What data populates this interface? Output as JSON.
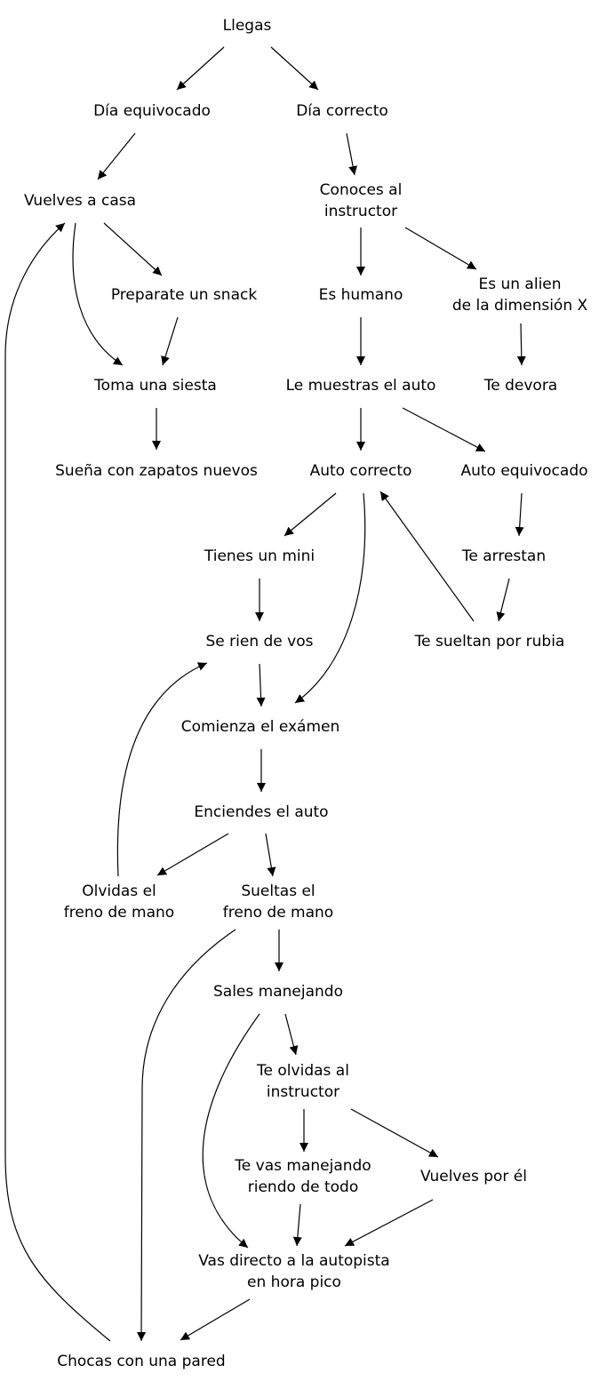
{
  "nodes": {
    "llegas": [
      "Llegas"
    ],
    "dia_equivocado": [
      "Día equivocado"
    ],
    "dia_correcto": [
      "Día correcto"
    ],
    "vuelves_a_casa": [
      "Vuelves a casa"
    ],
    "conoces_instructor": [
      "Conoces al",
      "instructor"
    ],
    "preparate_snack": [
      "Preparate un snack"
    ],
    "es_humano": [
      "Es humano"
    ],
    "es_alien": [
      "Es un alien",
      "de la dimensión X"
    ],
    "toma_siesta": [
      "Toma una siesta"
    ],
    "muestras_auto": [
      "Le muestras el auto"
    ],
    "te_devora": [
      "Te devora"
    ],
    "suena_zapatos": [
      "Sueña con zapatos nuevos"
    ],
    "auto_correcto": [
      "Auto correcto"
    ],
    "auto_equivocado": [
      "Auto equivocado"
    ],
    "tienes_mini": [
      "Tienes un mini"
    ],
    "te_arrestan": [
      "Te arrestan"
    ],
    "se_rien": [
      "Se rien de vos"
    ],
    "te_sueltan": [
      "Te sueltan por rubia"
    ],
    "comienza_examen": [
      "Comienza el exámen"
    ],
    "enciendes_auto": [
      "Enciendes el auto"
    ],
    "olvidas_freno": [
      "Olvidas el",
      "freno de mano"
    ],
    "sueltas_freno": [
      "Sueltas el",
      "freno de mano"
    ],
    "sales_manejando": [
      "Sales manejando"
    ],
    "olvidas_instructor": [
      "Te olvidas al",
      "instructor"
    ],
    "vas_manejando": [
      "Te vas manejando",
      "riendo de todo"
    ],
    "vuelves_por_el": [
      "Vuelves por él"
    ],
    "autopista": [
      "Vas directo a la autopista",
      "en hora pico"
    ],
    "chocas": [
      "Chocas con una pared"
    ]
  },
  "edges": [
    [
      "llegas",
      "dia_equivocado"
    ],
    [
      "llegas",
      "dia_correcto"
    ],
    [
      "dia_equivocado",
      "vuelves_a_casa"
    ],
    [
      "dia_correcto",
      "conoces_instructor"
    ],
    [
      "vuelves_a_casa",
      "preparate_snack"
    ],
    [
      "vuelves_a_casa",
      "toma_siesta"
    ],
    [
      "preparate_snack",
      "toma_siesta"
    ],
    [
      "toma_siesta",
      "suena_zapatos"
    ],
    [
      "conoces_instructor",
      "es_humano"
    ],
    [
      "conoces_instructor",
      "es_alien"
    ],
    [
      "es_humano",
      "muestras_auto"
    ],
    [
      "es_alien",
      "te_devora"
    ],
    [
      "muestras_auto",
      "auto_correcto"
    ],
    [
      "muestras_auto",
      "auto_equivocado"
    ],
    [
      "auto_correcto",
      "tienes_mini"
    ],
    [
      "auto_correcto",
      "comienza_examen"
    ],
    [
      "auto_equivocado",
      "te_arrestan"
    ],
    [
      "te_arrestan",
      "te_sueltan"
    ],
    [
      "te_sueltan",
      "auto_correcto"
    ],
    [
      "tienes_mini",
      "se_rien"
    ],
    [
      "se_rien",
      "comienza_examen"
    ],
    [
      "comienza_examen",
      "enciendes_auto"
    ],
    [
      "enciendes_auto",
      "olvidas_freno"
    ],
    [
      "enciendes_auto",
      "sueltas_freno"
    ],
    [
      "olvidas_freno",
      "se_rien"
    ],
    [
      "sueltas_freno",
      "sales_manejando"
    ],
    [
      "sueltas_freno",
      "chocas"
    ],
    [
      "sales_manejando",
      "olvidas_instructor"
    ],
    [
      "sales_manejando",
      "autopista"
    ],
    [
      "olvidas_instructor",
      "vas_manejando"
    ],
    [
      "olvidas_instructor",
      "vuelves_por_el"
    ],
    [
      "vas_manejando",
      "autopista"
    ],
    [
      "vuelves_por_el",
      "autopista"
    ],
    [
      "autopista",
      "chocas"
    ],
    [
      "chocas",
      "vuelves_a_casa"
    ]
  ]
}
